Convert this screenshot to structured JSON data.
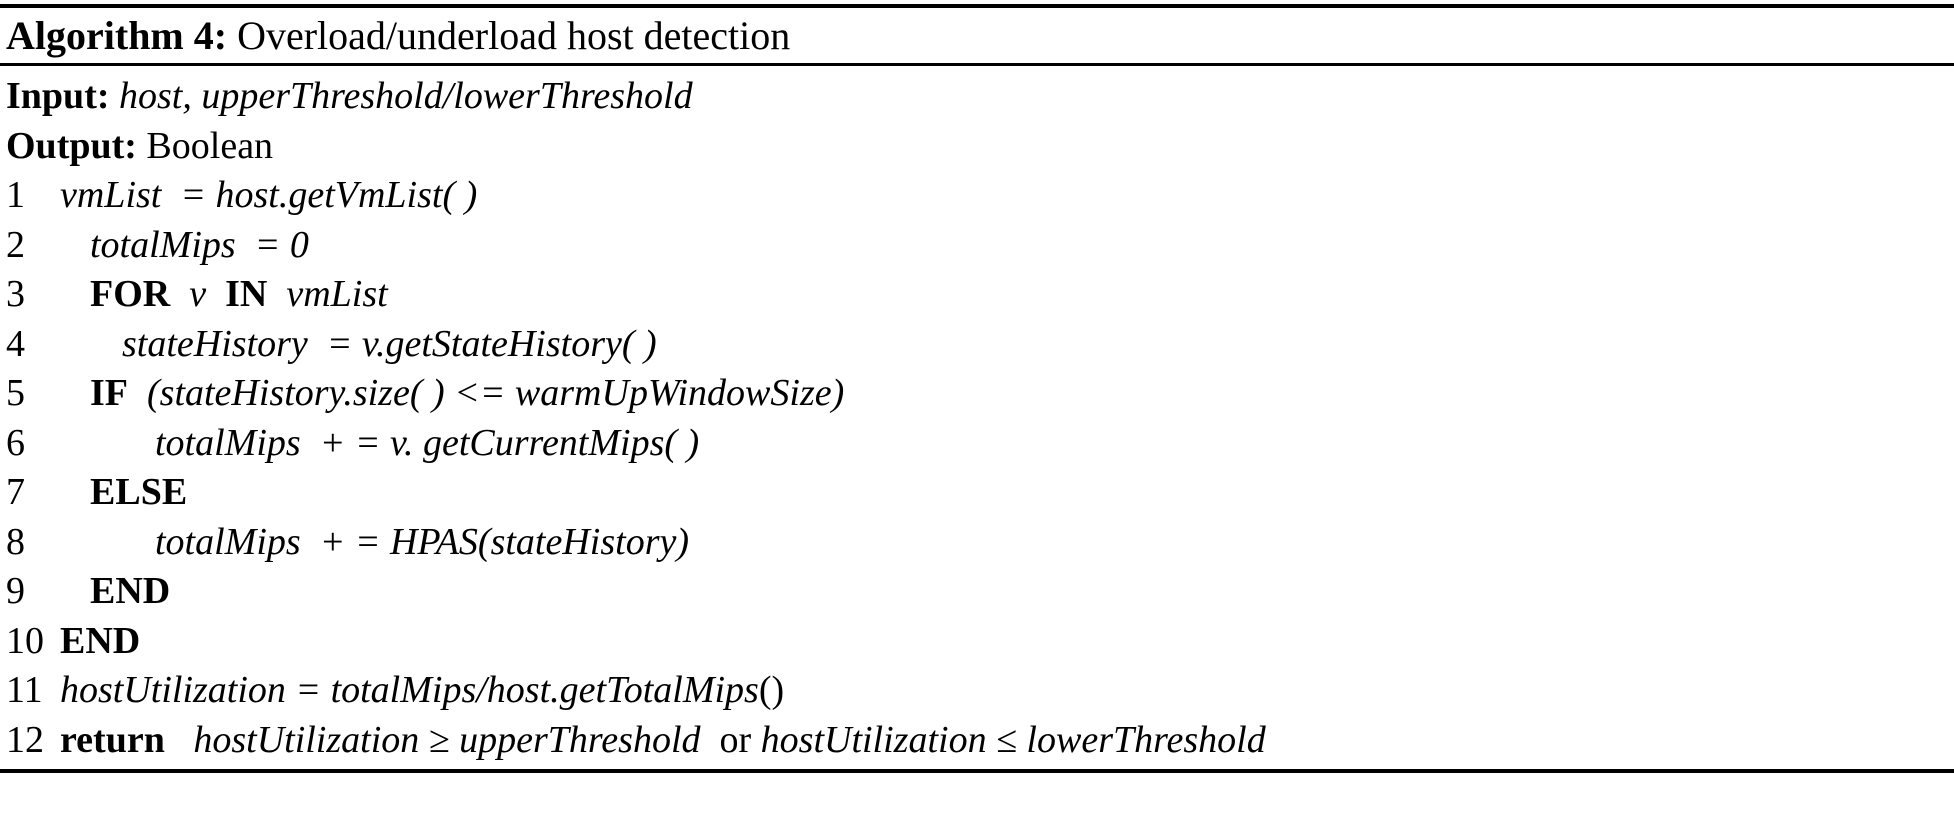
{
  "algorithm": {
    "caption_label": "Algorithm 4:",
    "caption_title": "Overload/underload host detection",
    "input_label": "Input:",
    "input_value": "host, upperThreshold/lowerThreshold",
    "output_label": "Output:",
    "output_value": "Boolean",
    "lines": [
      {
        "number": "1",
        "indent": 0,
        "text": "vmList  = host.getVmList( )",
        "segments": [
          {
            "style": "id",
            "text": "vmList  = host.getVmList( )"
          }
        ]
      },
      {
        "number": "2",
        "indent": 1,
        "text": "totalMips  = 0",
        "segments": [
          {
            "style": "id",
            "text": "totalMips  = 0"
          }
        ]
      },
      {
        "number": "3",
        "indent": 1,
        "text": "FOR  v  IN  vmList",
        "segments": [
          {
            "style": "kw",
            "text": "FOR"
          },
          {
            "style": "rm",
            "text": "  "
          },
          {
            "style": "id",
            "text": "v"
          },
          {
            "style": "rm",
            "text": "  "
          },
          {
            "style": "kw",
            "text": "IN"
          },
          {
            "style": "rm",
            "text": "  "
          },
          {
            "style": "id",
            "text": "vmList"
          }
        ]
      },
      {
        "number": "4",
        "indent": 2,
        "text": "stateHistory  = v.getStateHistory( )",
        "segments": [
          {
            "style": "id",
            "text": "stateHistory  = v.getStateHistory( )"
          }
        ]
      },
      {
        "number": "5",
        "indent": 1,
        "text": "IF  (stateHistory.size( ) <= warmUpWindowSize)",
        "segments": [
          {
            "style": "kw",
            "text": "IF"
          },
          {
            "style": "rm",
            "text": "  "
          },
          {
            "style": "id",
            "text": "(stateHistory.size( ) <= warmUpWindowSize)"
          }
        ]
      },
      {
        "number": "6",
        "indent": 3,
        "text": "totalMips  + = v. getCurrentMips( )",
        "segments": [
          {
            "style": "id",
            "text": "totalMips  + = v. getCurrentMips( )"
          }
        ]
      },
      {
        "number": "7",
        "indent": 1,
        "text": "ELSE",
        "segments": [
          {
            "style": "kw",
            "text": "ELSE"
          }
        ]
      },
      {
        "number": "8",
        "indent": 3,
        "text": "totalMips  + = HPAS(stateHistory)",
        "segments": [
          {
            "style": "id",
            "text": "totalMips  + = HPAS(stateHistory)"
          }
        ]
      },
      {
        "number": "9",
        "indent": 1,
        "text": "END",
        "segments": [
          {
            "style": "kw",
            "text": "END"
          }
        ]
      },
      {
        "number": "10",
        "indent": 0,
        "text": "END",
        "segments": [
          {
            "style": "kw",
            "text": "END"
          }
        ]
      },
      {
        "number": "11",
        "indent": 0,
        "text": "hostUtilization = totalMips/host.getTotalMips()",
        "segments": [
          {
            "style": "id",
            "text": "hostUtilization = totalMips/host.getTotalMips"
          },
          {
            "style": "rm",
            "text": "()"
          }
        ]
      },
      {
        "number": "12",
        "indent": 0,
        "text": "return   hostUtilization ≥ upperThreshold  or hostUtilization ≤ lowerThreshold",
        "segments": [
          {
            "style": "kw",
            "text": "return"
          },
          {
            "style": "rm",
            "text": "   "
          },
          {
            "style": "id",
            "text": "hostUtilization ≥ upperThreshold"
          },
          {
            "style": "rm",
            "text": "  or "
          },
          {
            "style": "id",
            "text": "hostUtilization ≤ lowerThreshold"
          }
        ]
      }
    ]
  },
  "colors": {
    "text": "#000000",
    "background": "#ffffff",
    "rule": "#000000"
  }
}
